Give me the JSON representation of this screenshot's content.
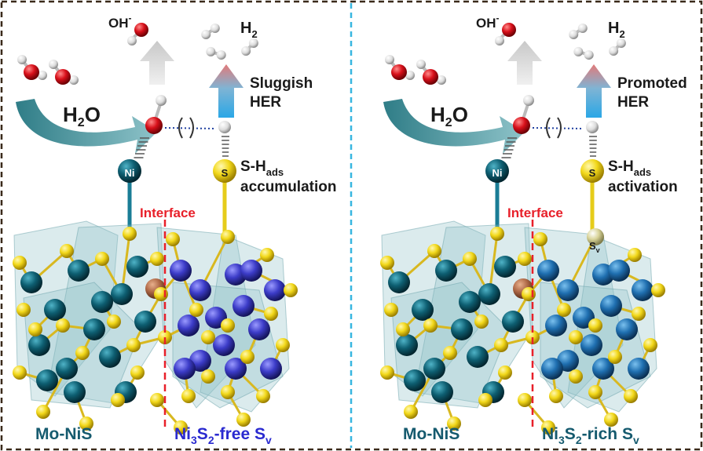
{
  "colors": {
    "frame": "#3a2a1a",
    "divider": "#38b6e0",
    "interface_line": "#e8202a",
    "mo_nis_atom": "#0e5f72",
    "ni3s2_free_atom": "#3c3cc8",
    "ni3s2_rich_atom": "#1f6fb0",
    "sulfur_atom": "#f2d81a",
    "vacancy_atom": "#d9d49a",
    "oxygen": "#d8101a",
    "hydrogen": "#e6e6e6",
    "h2o_arrow": "#3d8e97",
    "polyhedra": "#8fc1c7",
    "mo_label": "#155a6e",
    "free_label": "#2a2ad0",
    "rich_label": "#155a6e"
  },
  "panels": [
    {
      "oh_label": "OH",
      "oh_sup": "-",
      "h2_label": "H",
      "h2_sub": "2",
      "h2o_label": "H",
      "h2o_sub": "2",
      "h2o_tail": "O",
      "her_line1": "Sluggish",
      "her_line2": "HER",
      "ni_label": "Ni",
      "s_label": "S",
      "sh_main": "S-H",
      "sh_sub": "ads",
      "sh_state": "accumulation",
      "interface_label": "Interface",
      "left_material": "Mo-NiS",
      "right_material_a": "Ni",
      "right_material_sub1": "3",
      "right_material_b": "S",
      "right_material_sub2": "2",
      "right_material_c": "-free S",
      "right_material_sub3": "v",
      "vacancy_label": ""
    },
    {
      "oh_label": "OH",
      "oh_sup": "-",
      "h2_label": "H",
      "h2_sub": "2",
      "h2o_label": "H",
      "h2o_sub": "2",
      "h2o_tail": "O",
      "her_line1": "Promoted",
      "her_line2": "HER",
      "ni_label": "Ni",
      "s_label": "S",
      "sh_main": "S-H",
      "sh_sub": "ads",
      "sh_state": "activation",
      "interface_label": "Interface",
      "left_material": "Mo-NiS",
      "right_material_a": "Ni",
      "right_material_sub1": "3",
      "right_material_b": "S",
      "right_material_sub2": "2",
      "right_material_c": "-rich S",
      "right_material_sub3": "v",
      "vacancy_label": "S",
      "vacancy_sub": "v"
    }
  ]
}
